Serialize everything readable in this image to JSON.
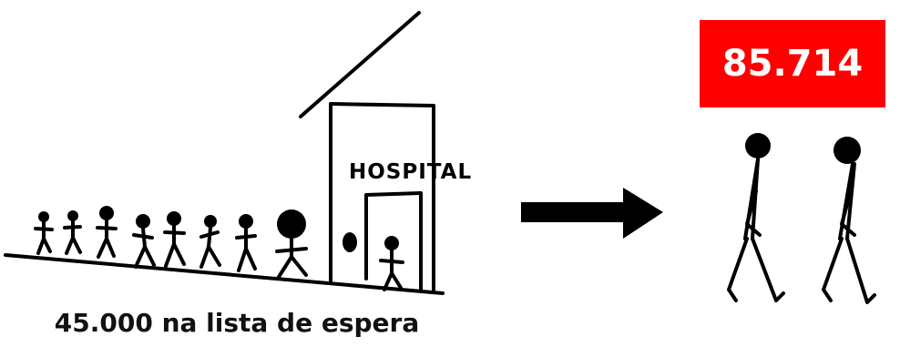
{
  "waiting_list_caption": "45.000 na lista de espera",
  "hospital_sign": "HOSPITAL",
  "discharged_count": "85.714",
  "colors": {
    "counter_bg": "#ff0000",
    "ink": "#000000"
  },
  "icons": [
    "hospital-building",
    "stick-figure",
    "right-arrow"
  ]
}
